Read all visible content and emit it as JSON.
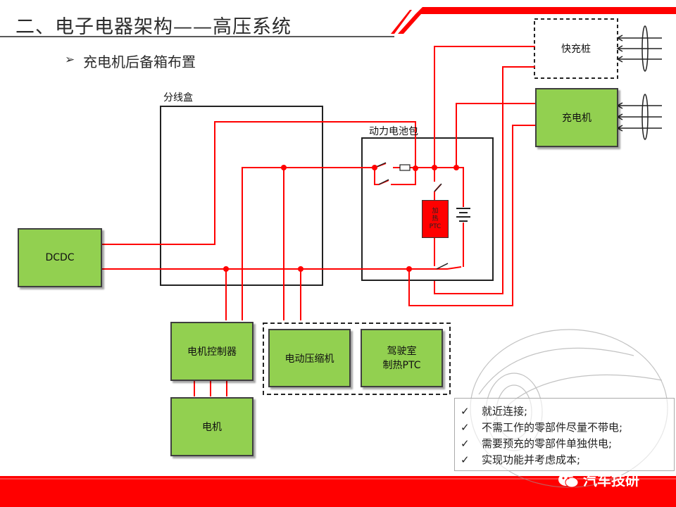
{
  "header": {
    "title": "二、电子电器架构——高压系统",
    "subtitle": "充电机后备箱布置",
    "bullet_icon": "arrow-right-icon"
  },
  "diagram": {
    "junction_box_label": "分线盒",
    "battery_pack_label": "动力电池包",
    "dcdc": "DCDC",
    "fast_charger": "快充桩",
    "charger": "充电机",
    "heater_ptc": [
      "加",
      "热",
      "PTC"
    ],
    "motor_controller": "电机控制器",
    "motor": "电机",
    "e_compressor": "电动压缩机",
    "cabin_ptc": [
      "驾驶室",
      "制热PTC"
    ]
  },
  "checklist": {
    "items": [
      "就近连接;",
      "不需工作的零部件尽量不带电;",
      "需要预充的零部件单独供电;",
      "实现功能并考虑成本;"
    ]
  },
  "footer": {
    "brand": "汽车技研"
  },
  "colors": {
    "accent_red": "#ff0000",
    "component_green": "#92d050",
    "heater_red": "#ff0000"
  }
}
